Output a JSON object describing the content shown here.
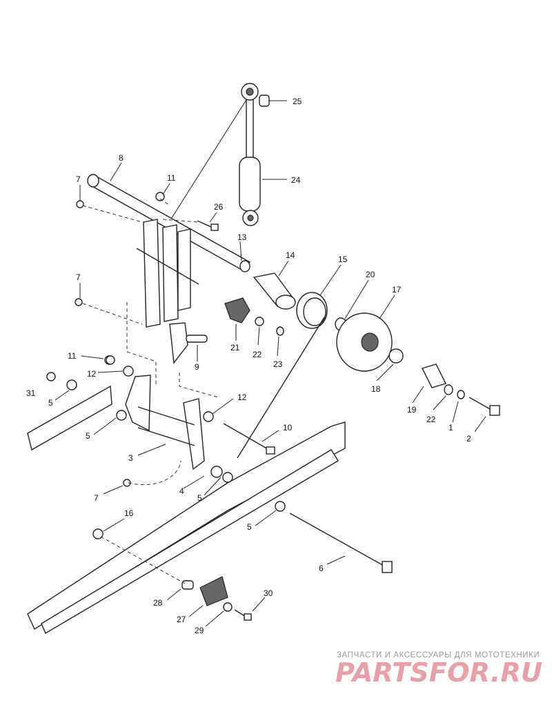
{
  "labels": [
    {
      "id": "1",
      "text": "1"
    },
    {
      "id": "2",
      "text": "2"
    },
    {
      "id": "3",
      "text": "3"
    },
    {
      "id": "4",
      "text": "4"
    },
    {
      "id": "5a",
      "text": "5"
    },
    {
      "id": "5b",
      "text": "5"
    },
    {
      "id": "5c",
      "text": "5"
    },
    {
      "id": "5d",
      "text": "5"
    },
    {
      "id": "6",
      "text": "6"
    },
    {
      "id": "7a",
      "text": "7"
    },
    {
      "id": "7b",
      "text": "7"
    },
    {
      "id": "7c",
      "text": "7"
    },
    {
      "id": "8",
      "text": "8"
    },
    {
      "id": "9",
      "text": "9"
    },
    {
      "id": "10",
      "text": "10"
    },
    {
      "id": "11a",
      "text": "11"
    },
    {
      "id": "11b",
      "text": "11"
    },
    {
      "id": "12a",
      "text": "12"
    },
    {
      "id": "12b",
      "text": "12"
    },
    {
      "id": "13",
      "text": "13"
    },
    {
      "id": "14",
      "text": "14"
    },
    {
      "id": "15",
      "text": "15"
    },
    {
      "id": "16",
      "text": "16"
    },
    {
      "id": "17",
      "text": "17"
    },
    {
      "id": "18",
      "text": "18"
    },
    {
      "id": "19",
      "text": "19"
    },
    {
      "id": "20",
      "text": "20"
    },
    {
      "id": "21",
      "text": "21"
    },
    {
      "id": "22a",
      "text": "22"
    },
    {
      "id": "22b",
      "text": "22"
    },
    {
      "id": "23",
      "text": "23"
    },
    {
      "id": "24",
      "text": "24"
    },
    {
      "id": "25",
      "text": "25"
    },
    {
      "id": "26",
      "text": "26"
    },
    {
      "id": "27",
      "text": "27"
    },
    {
      "id": "28",
      "text": "28"
    },
    {
      "id": "29",
      "text": "29"
    },
    {
      "id": "30",
      "text": "30"
    },
    {
      "id": "31",
      "text": "31"
    }
  ],
  "watermark": {
    "caption": "ЗАПЧАСТИ И АКСЕССУАРЫ ДЛЯ МОТОТЕХНИКИ",
    "logo_text": "PARTSFOR.RU",
    "color": "#e8a0a8"
  }
}
